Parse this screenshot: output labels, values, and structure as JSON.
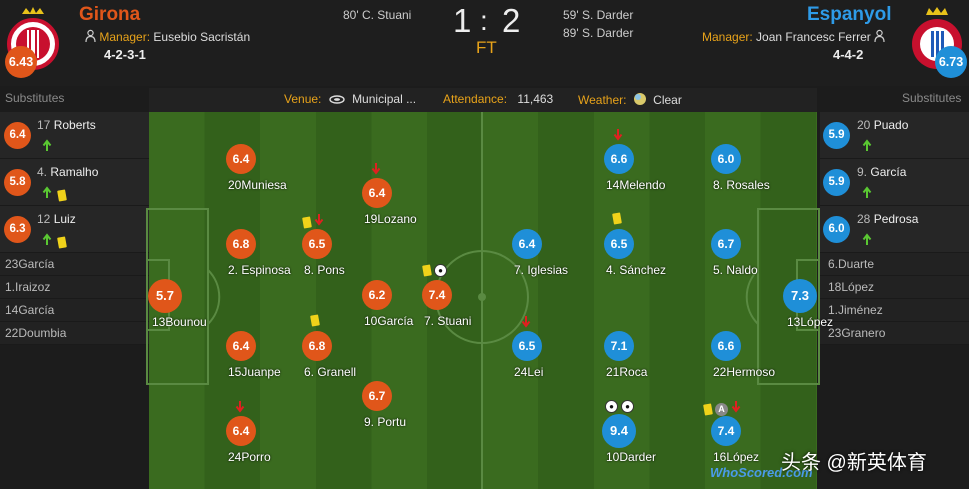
{
  "home": {
    "name": "Girona",
    "manager_label": "Manager:",
    "manager": "Eusebio Sacristán",
    "formation": "4-2-3-1",
    "rating": "6.43",
    "color": "#e0561a"
  },
  "away": {
    "name": "Espanyol",
    "manager_label": "Manager:",
    "manager": "Joan Francesc Ferrer",
    "formation": "4-4-2",
    "rating": "6.73",
    "color": "#1f8fd8"
  },
  "match": {
    "home_score": "1",
    "separator": ":",
    "away_score": "2",
    "status": "FT",
    "home_goals": [
      "80' C. Stuani"
    ],
    "away_goals": [
      "59' S. Darder",
      "89' S. Darder"
    ]
  },
  "info": {
    "venue_label": "Venue:",
    "venue": "Municipal ...",
    "attendance_label": "Attendance:",
    "attendance": "11,463",
    "weather_label": "Weather:",
    "weather": "Clear"
  },
  "subs_label": "Substitutes",
  "home_subs": [
    {
      "num": "17",
      "name": "Roberts",
      "rating": "6.4",
      "events": [
        "sub-on-icon"
      ]
    },
    {
      "num": "4.",
      "name": "Ramalho",
      "rating": "5.8",
      "events": [
        "sub-on-icon",
        "yellow-card-icon"
      ]
    },
    {
      "num": "12",
      "name": "Luiz",
      "rating": "6.3",
      "events": [
        "sub-on-icon",
        "yellow-card-icon"
      ]
    }
  ],
  "home_unused": [
    "23García",
    "1.Iraizoz",
    "14García",
    "22Doumbia"
  ],
  "away_subs": [
    {
      "num": "20",
      "name": "Puado",
      "rating": "5.9",
      "events": [
        "sub-on-icon"
      ]
    },
    {
      "num": "9.",
      "name": "García",
      "rating": "5.9",
      "events": [
        "sub-on-icon"
      ]
    },
    {
      "num": "28",
      "name": "Pedrosa",
      "rating": "6.0",
      "events": [
        "sub-on-icon"
      ]
    }
  ],
  "away_unused": [
    "6.Duarte",
    "18López",
    "1.Jiménez",
    "23Granero"
  ],
  "home_players": [
    {
      "label": "13Bounou",
      "rating": "5.7",
      "events": []
    },
    {
      "label": "20Muniesa",
      "rating": "6.4",
      "events": []
    },
    {
      "label": "2. Espinosa",
      "rating": "6.8",
      "events": []
    },
    {
      "label": "15Juanpe",
      "rating": "6.4",
      "events": []
    },
    {
      "label": "24Porro",
      "rating": "6.4",
      "events": [
        "sub-off-icon"
      ]
    },
    {
      "label": "8. Pons",
      "rating": "6.5",
      "events": [
        "yellow-card-icon",
        "sub-off-icon"
      ]
    },
    {
      "label": "6. Granell",
      "rating": "6.8",
      "events": [
        "yellow-card-icon"
      ]
    },
    {
      "label": "19Lozano",
      "rating": "6.4",
      "events": [
        "sub-off-icon"
      ]
    },
    {
      "label": "10García",
      "rating": "6.2",
      "events": []
    },
    {
      "label": "9. Portu",
      "rating": "6.7",
      "events": []
    },
    {
      "label": "7. Stuani",
      "rating": "7.4",
      "events": [
        "yellow-card-icon",
        "goal-icon"
      ]
    }
  ],
  "away_players": [
    {
      "label": "13López",
      "rating": "7.3",
      "events": []
    },
    {
      "label": "8. Rosales",
      "rating": "6.0",
      "events": []
    },
    {
      "label": "5. Naldo",
      "rating": "6.7",
      "events": []
    },
    {
      "label": "22Hermoso",
      "rating": "6.6",
      "events": []
    },
    {
      "label": "16López",
      "rating": "7.4",
      "events": [
        "yellow-card-icon",
        "assist-icon",
        "sub-off-icon"
      ]
    },
    {
      "label": "14Melendo",
      "rating": "6.6",
      "events": [
        "sub-off-icon"
      ]
    },
    {
      "label": "4. Sánchez",
      "rating": "6.5",
      "events": [
        "yellow-card-icon"
      ]
    },
    {
      "label": "21Roca",
      "rating": "7.1",
      "events": []
    },
    {
      "label": "10Darder",
      "rating": "9.4",
      "events": [
        "goal-icon",
        "goal-icon"
      ]
    },
    {
      "label": "7. Iglesias",
      "rating": "6.4",
      "events": []
    },
    {
      "label": "24Lei",
      "rating": "6.5",
      "events": [
        "sub-off-icon"
      ]
    }
  ],
  "watermark": "WhoScored.com",
  "overlay_caption": "头条 @新英体育"
}
